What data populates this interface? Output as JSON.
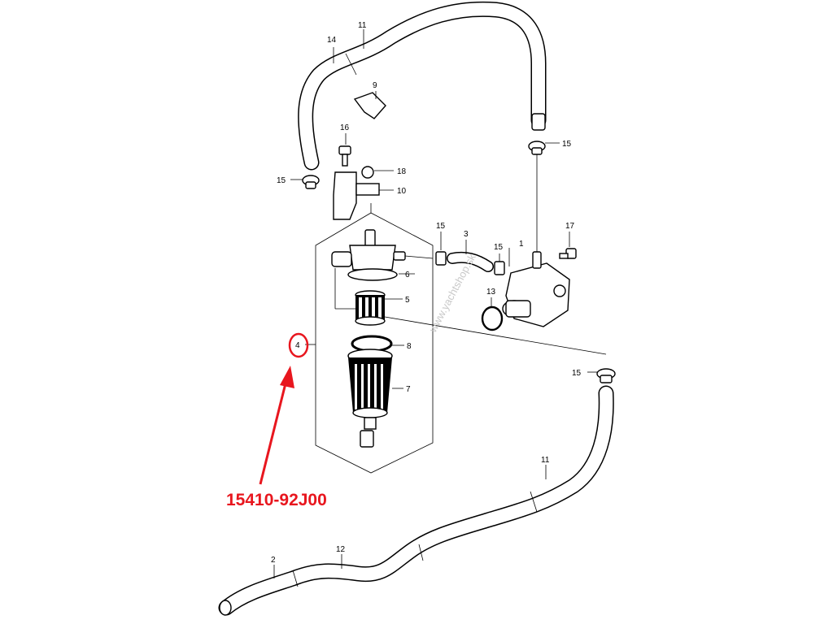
{
  "callouts": {
    "c14": "14",
    "c11_top": "11",
    "c9": "9",
    "c16": "16",
    "c15_top_right": "15",
    "c18": "18",
    "c15_left": "15",
    "c10": "10",
    "c15_mid": "15",
    "c3": "3",
    "c15_pump": "15",
    "c1": "1",
    "c17": "17",
    "c6": "6",
    "c5": "5",
    "c13": "13",
    "c4": "4",
    "c8": "8",
    "c15_lower": "15",
    "c7": "7",
    "c11_bottom": "11",
    "c12": "12",
    "c2": "2"
  },
  "highlight": {
    "part_number": "15410-92J00",
    "color": "#e8161e"
  },
  "watermark": "www.yachtshop.sk"
}
